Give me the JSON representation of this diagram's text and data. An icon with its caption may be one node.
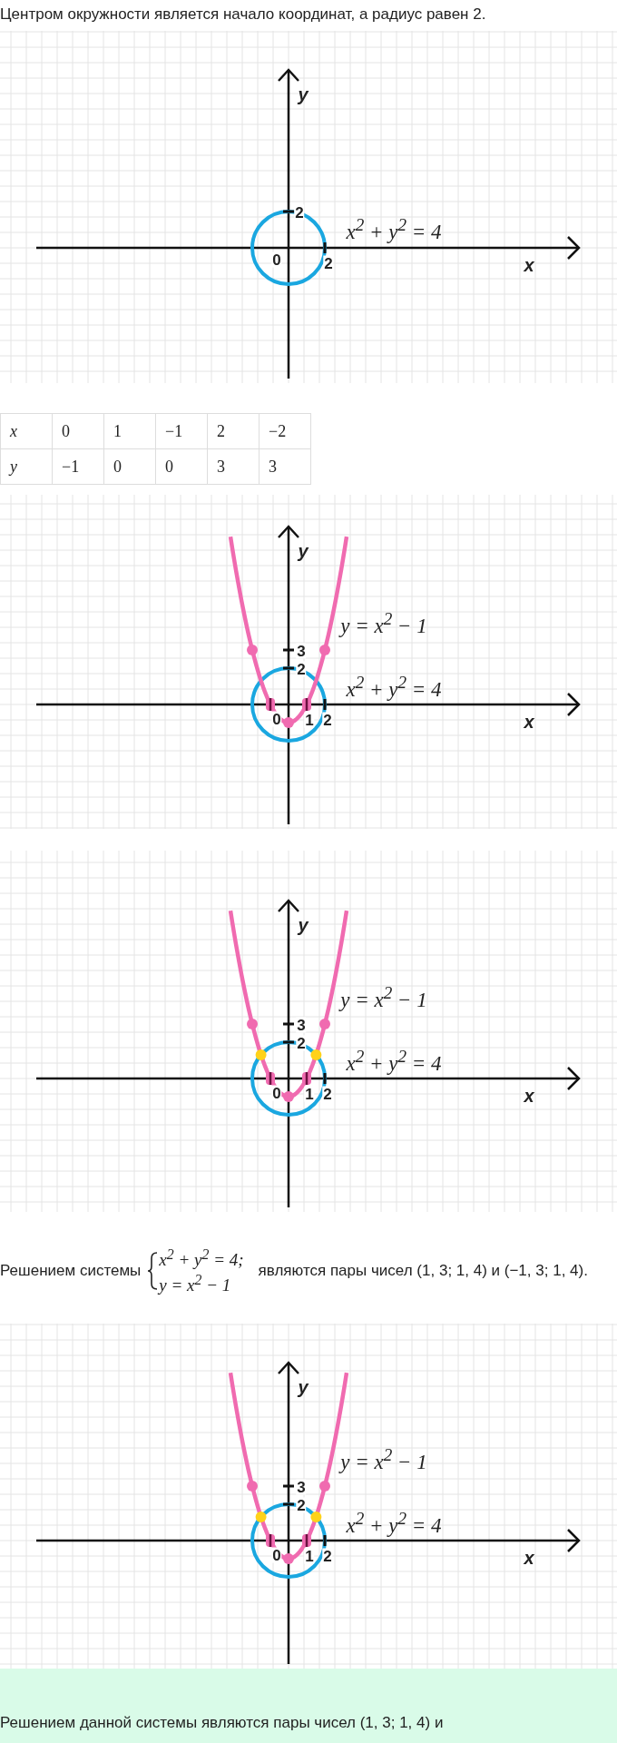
{
  "diagram": {
    "labels": [
      "Центром окружности является начало координат, а радиус равен 2.",
      "y",
      "2",
      "x$^{2}$ + y$^{2}$ = 4",
      "0",
      "2",
      "x",
      "x",
      "0",
      "1",
      "−1",
      "2",
      "−2",
      "y",
      "−1",
      "0",
      "0",
      "3",
      "3",
      "y",
      "y = x$^{2}$ − 1",
      "3",
      "2",
      "x$^{2}$ + y$^{2}$ = 4",
      "0",
      "1",
      "2",
      "x",
      "y",
      "y = x$^{2}$ − 1",
      "3",
      "2",
      "x$^{2}$ + y$^{2}$ = 4",
      "0",
      "1",
      "2",
      "x",
      "Решением системы",
      "x$^{2}$ + y$^{2}$ = 4;",
      "y = x$^{2}$ − 1",
      "являются пары чисел (1, 3; 1, 4) и (−1, 3; 1, 4).",
      "y",
      "y = x$^{2}$ − 1",
      "3",
      "2",
      "x$^{2}$ + y$^{2}$ = 4",
      "0",
      "1",
      "2",
      "x",
      "Решением данной системы являются пары чисел (1, 3; 1, 4) и"
    ]
  }
}
